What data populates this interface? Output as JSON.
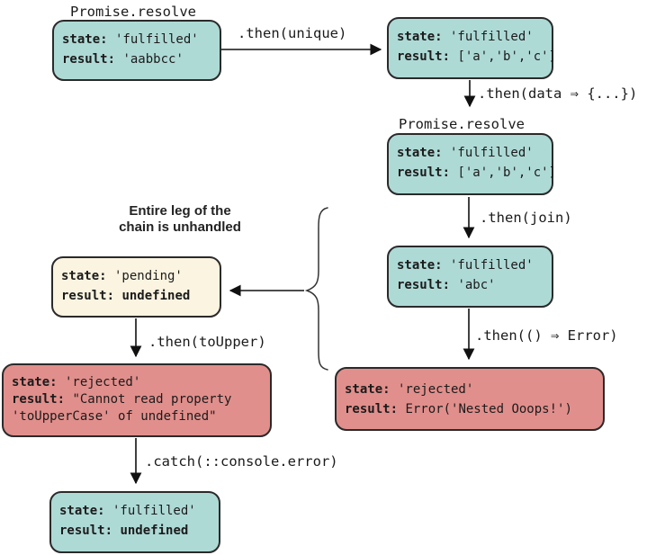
{
  "colors": {
    "fulfilled_box": "#aedad6",
    "rejected_box": "#e18f8c",
    "pending_box": "#faf4e0",
    "box_border": "#2a2a2a",
    "connector": "#111111"
  },
  "labels": {
    "promise_resolve_top": "Promise.resolve",
    "promise_resolve_mid": "Promise.resolve",
    "then_unique": ".then(unique)",
    "then_data": ".then(data ⇒ {...})",
    "then_join": ".then(join)",
    "then_error": ".then(() ⇒ Error)",
    "then_toupper": ".then(toUpper)",
    "catch_console": ".catch(::console.error)"
  },
  "annotation": {
    "line1": "Entire leg of the",
    "line2": "chain is unhandled"
  },
  "boxes": {
    "b1": {
      "state_key": "state:",
      "state_val": " 'fulfilled'",
      "result_key": "result:",
      "result_val": " 'aabbcc'"
    },
    "b2": {
      "state_key": "state:",
      "state_val": " 'fulfilled'",
      "result_key": "result:",
      "result_val": " ['a','b','c']"
    },
    "b3": {
      "state_key": "state:",
      "state_val": " 'fulfilled'",
      "result_key": "result:",
      "result_val": " ['a','b','c']"
    },
    "b4": {
      "state_key": "state:",
      "state_val": " 'fulfilled'",
      "result_key": "result:",
      "result_val": " 'abc'"
    },
    "b5": {
      "state_key": "state:",
      "state_val": " 'rejected'",
      "result_key": "result:",
      "result_val": " Error('Nested Ooops!')"
    },
    "b6": {
      "state_key": "state:",
      "state_val": " 'pending'",
      "result_key": "result:",
      "result_val": " undefined"
    },
    "b7": {
      "state_key": "state:",
      "state_val": " 'rejected'",
      "result_key": "result:",
      "result_val": " \"Cannot read property",
      "result_cont": "'toUpperCase' of undefined\""
    },
    "b8": {
      "state_key": "state:",
      "state_val": " 'fulfilled'",
      "result_key": "result:",
      "result_val": " undefined"
    }
  }
}
